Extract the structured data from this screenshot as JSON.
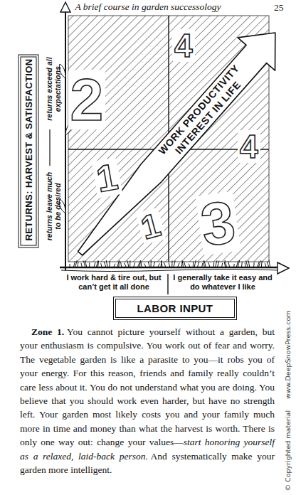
{
  "diagram": {
    "title": "A brief course in garden successology",
    "nodes": [
      {
        "text": [
          "RETURNS: HARVEST & SATISFACTION"
        ]
      },
      {
        "text": [
          "WORK PRODUCTIVITY",
          "INTEREST IN LIFE"
        ]
      },
      {
        "text": [
          "LABOR INPUT"
        ]
      }
    ],
    "labels": [
      "25",
      "4",
      "2",
      "4",
      "1",
      "1",
      "3",
      "returns exceed all expectations",
      "returns leave much to be desired",
      "I work hard & tire out, but can’t get it all done",
      "I generally take it easy and do whatever I like",
      "Zone 1.",
      "You cannot picture yourself without a garden, but your enthusiasm is compulsive. You work out of fear and worry. The vegetable garden is like a parasite to you—it robs you of your energy. For this reason, friends and family really couldn’t care less about it. You do not understand what you are doing. You believe that you should work even harder, but have no strength left. Your garden most likely costs you and your family much more in time and money than what the harvest is worth. There is only one way out: change your values—",
      "start honoring yourself as a relaxed, laid-back person.",
      "And systematically make your garden more intelligent.",
      "© Copyrighted material",
      "www.DeepSnowPress.com"
    ]
  }
}
